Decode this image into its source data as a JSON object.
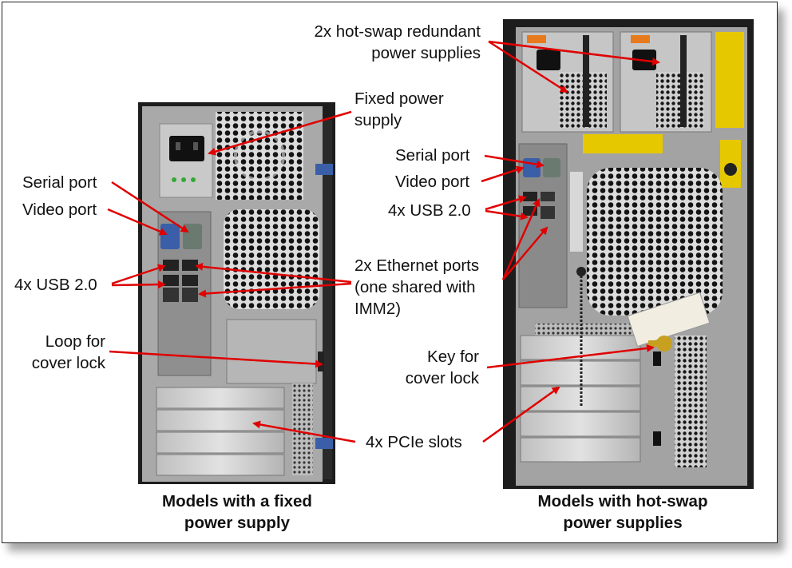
{
  "labels": {
    "hotswap_psu": [
      "2x hot-swap redundant",
      "power supplies"
    ],
    "fixed_psu": [
      "Fixed power",
      "supply"
    ],
    "serial_left": "Serial port",
    "video_left": "Video port",
    "usb_left": "4x USB 2.0",
    "loop": [
      "Loop for",
      "cover lock"
    ],
    "serial_right": "Serial port",
    "video_right": "Video port",
    "usb_right": "4x USB 2.0",
    "ethernet": [
      "2x Ethernet ports",
      "(one shared with",
      "IMM2)"
    ],
    "key": [
      "Key for",
      "cover lock"
    ],
    "pcie": "4x PCIe slots"
  },
  "captions": {
    "left": [
      "Models with a fixed",
      "power supply"
    ],
    "right": [
      "Models with hot-swap",
      "power supplies"
    ]
  },
  "colors": {
    "arrow": "#e00000",
    "chassis_dark": "#1c1c1c",
    "panel_grey": "#a8a8a8"
  },
  "icons": [
    "hex-vent-grille",
    "power-inlet",
    "serial-port",
    "vga-port",
    "usb-port",
    "ethernet-port",
    "pcie-slot",
    "key-tag"
  ]
}
